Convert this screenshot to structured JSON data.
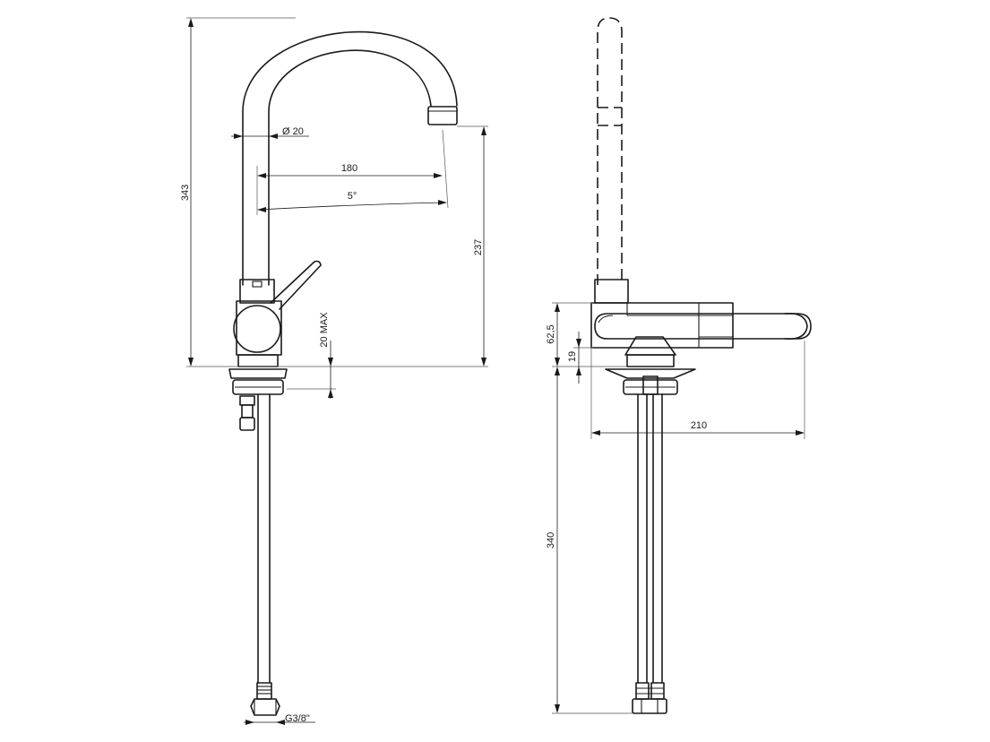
{
  "dimensions": {
    "overall_height": "343",
    "pipe_diameter": "Ø 20",
    "spout_reach": "180",
    "spout_angle": "5°",
    "spout_height": "237",
    "deck_thickness_max": "20 MAX",
    "connector_thread": "G3/8\"",
    "handle_height": "62,5",
    "base_height": "19",
    "handle_reach": "210",
    "hose_length": "340"
  },
  "views": [
    "front-elevation",
    "side-elevation"
  ]
}
